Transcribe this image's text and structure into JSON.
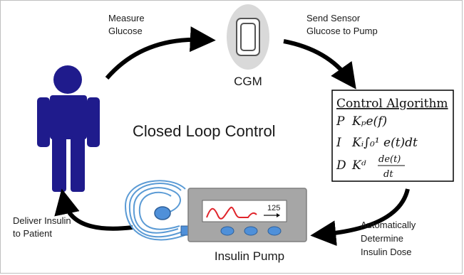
{
  "labels": {
    "measure_line1": "Measure",
    "measure_line2": "Glucose",
    "send_line1": "Send Sensor",
    "send_line2": "Glucose to Pump",
    "cgm": "CGM",
    "center_title": "Closed Loop Control",
    "deliver_line1": "Deliver Insulin",
    "deliver_line2": "to Patient",
    "auto_line1": "Automatically",
    "auto_line2": "Determine",
    "auto_line3": "Insulin Dose",
    "pump": "Insulin Pump",
    "pump_display_value": "125"
  },
  "algorithm": {
    "title": "Control Algorithm",
    "p_letter": "P",
    "p_expr": "Kₚe(f)",
    "i_letter": "I",
    "i_expr": "Kᵢ∫₀¹ e(t)dt",
    "d_letter": "D",
    "d_coef": "Kᵈ",
    "d_num": "de(t)",
    "d_den": "dt"
  },
  "colors": {
    "person": "#1f1b8c",
    "arrow": "#000000",
    "cgm_halo": "#d9d9d9",
    "pump_body": "#a6a6a6",
    "pump_button": "#4f90d9",
    "pump_wave": "#e0242b",
    "tubing": "#5b9bd5"
  }
}
